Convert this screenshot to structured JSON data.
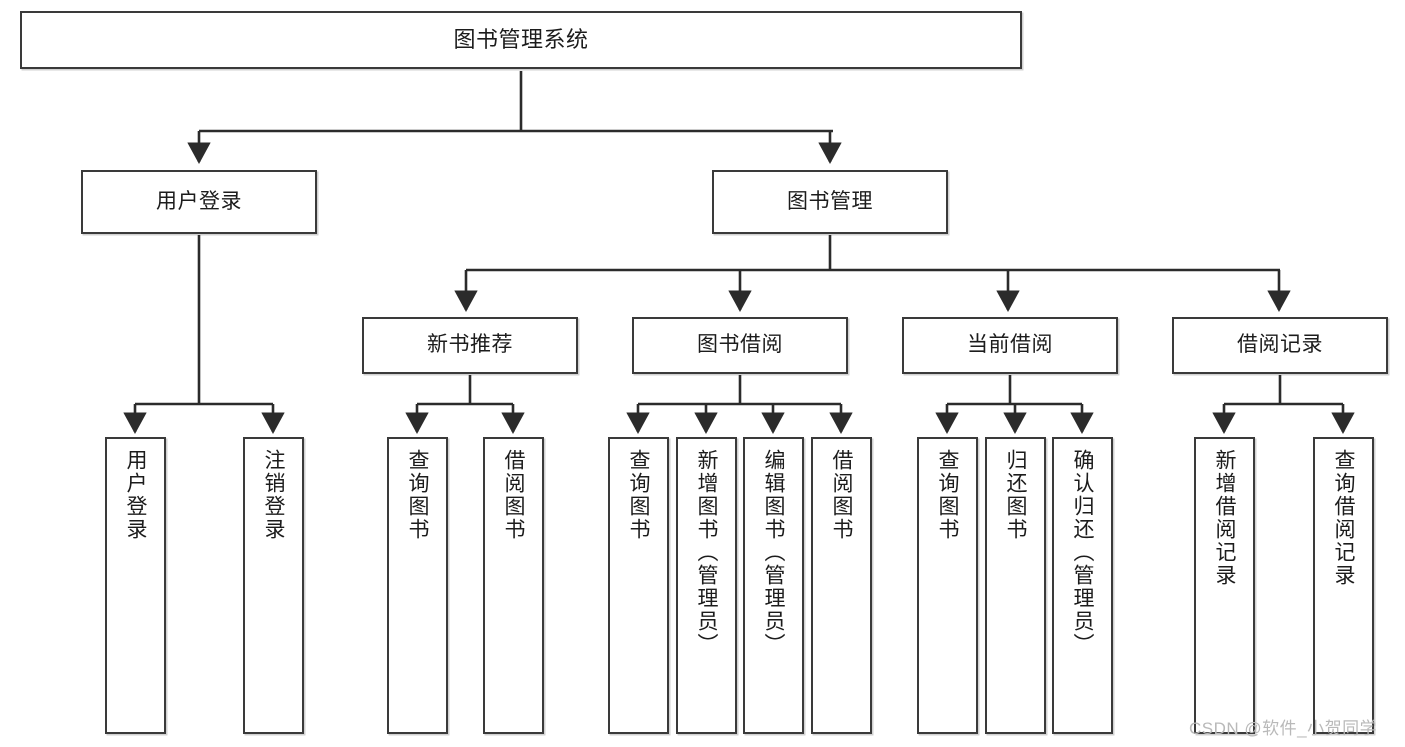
{
  "diagram": {
    "title": "图书管理系统",
    "type": "tree-hierarchy-chart",
    "colors": {
      "box_border": "#3a3a3a",
      "box_fill": "#ffffff",
      "edge": "#2b2b2b",
      "text": "#1c1c1c",
      "watermark": "#b9b9b9"
    },
    "levels": {
      "root": {
        "label": "图书管理系统"
      },
      "level2": [
        {
          "id": "user-login",
          "label": "用户登录"
        },
        {
          "id": "book-management",
          "label": "图书管理"
        }
      ],
      "level3": [
        {
          "id": "new-book-recommend",
          "label": "新书推荐",
          "parent": "book-management"
        },
        {
          "id": "book-borrow",
          "label": "图书借阅",
          "parent": "book-management"
        },
        {
          "id": "current-borrow",
          "label": "当前借阅",
          "parent": "book-management"
        },
        {
          "id": "borrow-record",
          "label": "借阅记录",
          "parent": "book-management"
        }
      ],
      "leaves": [
        {
          "id": "leaf-user-login",
          "label": "用户登录",
          "parent": "user-login"
        },
        {
          "id": "leaf-logout-login",
          "label": "注销登录",
          "parent": "user-login"
        },
        {
          "id": "leaf-query-book-1",
          "label": "查询图书",
          "parent": "new-book-recommend"
        },
        {
          "id": "leaf-borrow-book-1",
          "label": "借阅图书",
          "parent": "new-book-recommend"
        },
        {
          "id": "leaf-query-book-2",
          "label": "查询图书",
          "parent": "book-borrow"
        },
        {
          "id": "leaf-add-book",
          "label": "新增图书（管理员）",
          "parent": "book-borrow"
        },
        {
          "id": "leaf-edit-book",
          "label": "编辑图书（管理员）",
          "parent": "book-borrow"
        },
        {
          "id": "leaf-borrow-book-2",
          "label": "借阅图书",
          "parent": "book-borrow"
        },
        {
          "id": "leaf-query-book-3",
          "label": "查询图书",
          "parent": "current-borrow"
        },
        {
          "id": "leaf-return-book",
          "label": "归还图书",
          "parent": "current-borrow"
        },
        {
          "id": "leaf-confirm-return",
          "label": "确认归还（管理员）",
          "parent": "current-borrow"
        },
        {
          "id": "leaf-add-record",
          "label": "新增借阅记录",
          "parent": "borrow-record"
        },
        {
          "id": "leaf-query-record",
          "label": "查询借阅记录",
          "parent": "borrow-record"
        }
      ]
    }
  },
  "watermark": {
    "text": "CSDN @软件_小贺同学"
  }
}
